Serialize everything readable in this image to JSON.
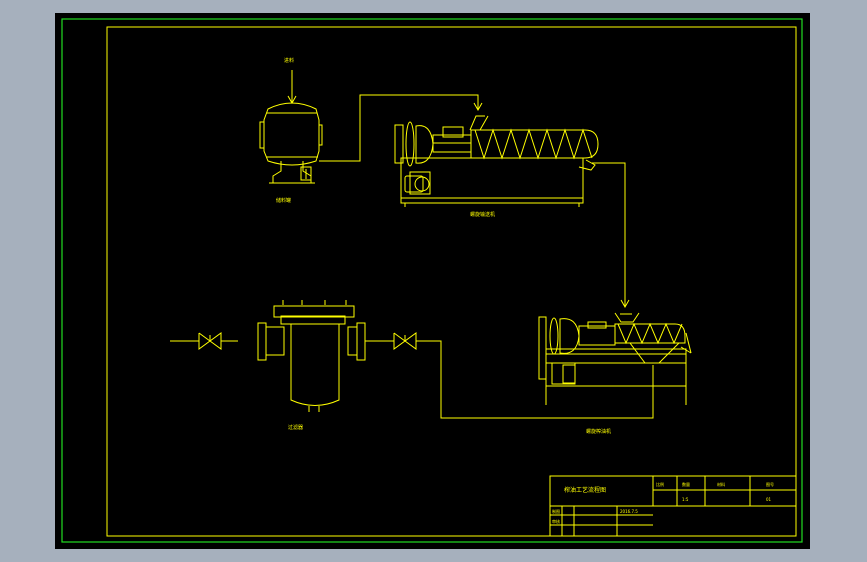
{
  "colors": {
    "background": "#a6b0bd",
    "canvas": "#000000",
    "outer_border": "#22dd22",
    "drawing": "#ffff00"
  },
  "labels": {
    "input_arrow": "进料",
    "tank": "储料罐",
    "screw_press": "螺旋输送机",
    "extruder": "螺旋榨油机",
    "filter": "过滤器"
  },
  "title_block": {
    "title": "榨油工艺流程图",
    "h_scale": "比例",
    "h_quantity": "数量",
    "h_material": "材料",
    "h_drawing_no": "图号",
    "v_scale": "1:5",
    "v_no": "01",
    "r_drafter": "制图",
    "r_reviewer": "审核",
    "date": "2016.7.5"
  }
}
